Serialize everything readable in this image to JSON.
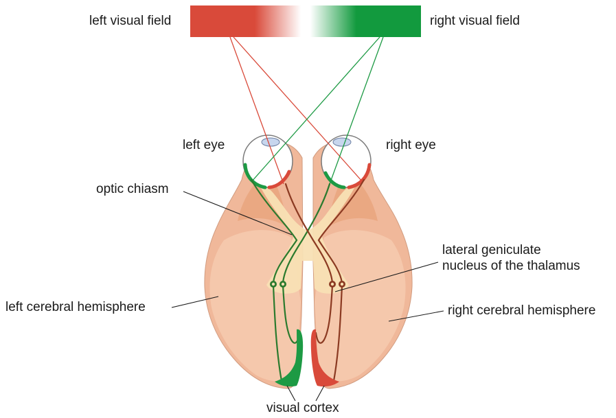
{
  "labels": {
    "left_visual_field": "left visual field",
    "right_visual_field": "right visual field",
    "left_eye": "left eye",
    "right_eye": "right eye",
    "optic_chiasm": "optic chiasm",
    "lgn_line1": "lateral geniculate",
    "lgn_line2": "nucleus of the thalamus",
    "left_hemisphere": "left cerebral hemisphere",
    "right_hemisphere": "right cerebral hemisphere",
    "visual_cortex": "visual cortex"
  },
  "colors": {
    "left_field": "#d94a3a",
    "right_field": "#129a3e",
    "left_pathway": "#2b7a2e",
    "right_pathway": "#8b3a22",
    "brain_outer": "#f0b89a",
    "brain_inner": "#f5c8ac",
    "brain_deep": "#eaa882",
    "optic_region": "#f8e0b4",
    "outline": "#c98a6e"
  }
}
